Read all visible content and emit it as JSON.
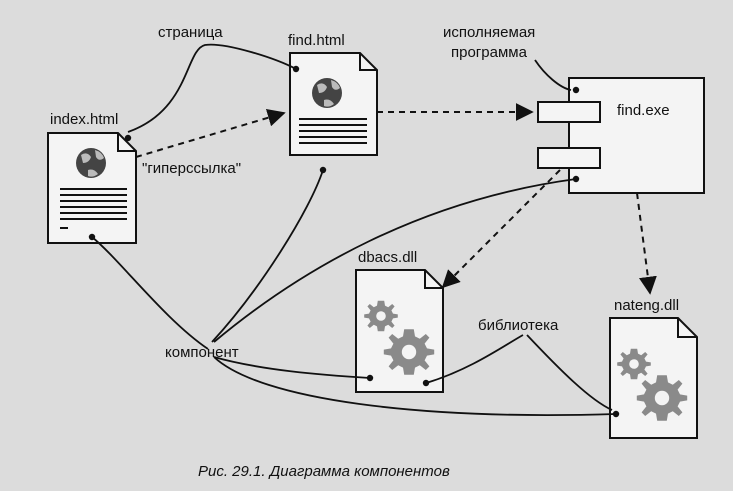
{
  "labels": {
    "page": "страница",
    "find_html": "find.html",
    "index_html": "index.html",
    "hyperlink": "\"гиперссылка\"",
    "executable_line1": "исполняемая",
    "executable_line2": "программа",
    "find_exe": "find.exe",
    "dbacs": "dbacs.dll",
    "nateng": "nateng.dll",
    "component": "компонент",
    "library": "библиотека"
  },
  "caption": "Рис. 29.1. Диаграмма компонентов",
  "icons": {
    "document": "web-page-icon",
    "globe": "globe-icon",
    "gears": "gears-icon",
    "component": "component-box-icon"
  },
  "colors": {
    "background": "#dcdcdc",
    "ink": "#111111",
    "paper": "#f4f4f4",
    "gear": "#8a8a8a"
  }
}
